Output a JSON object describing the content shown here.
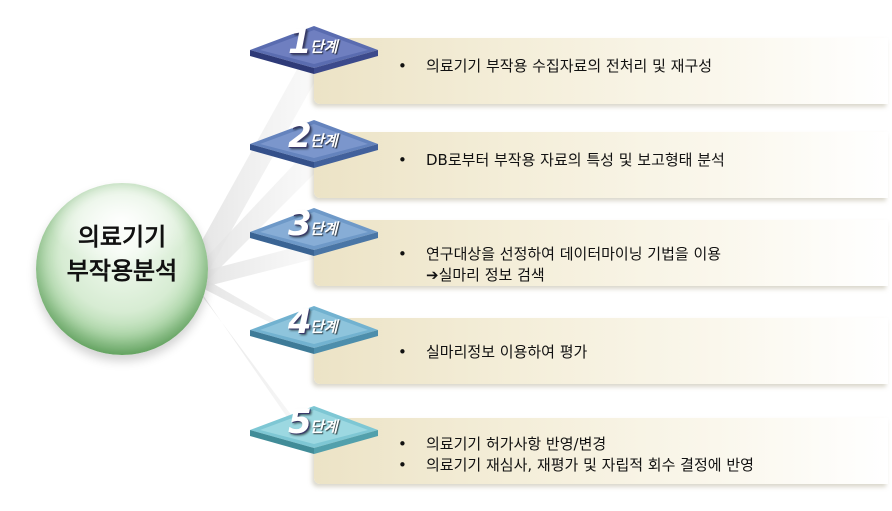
{
  "center": {
    "title_line1": "의료기기",
    "title_line2": "부작용분석"
  },
  "step_suffix": "단계",
  "steps": [
    {
      "number": "1",
      "color": "#5566aa",
      "items": [
        "의료기기 부작용 수집자료의 전처리 및 재구성"
      ]
    },
    {
      "number": "2",
      "color": "#5f7fb6",
      "items": [
        "DB로부터 부작용 자료의 특성 및 보고형태 분석"
      ]
    },
    {
      "number": "3",
      "color": "#6e98c4",
      "items": [
        "연구대상을 선정하여 데이터마이닝 기법을 이용",
        "➔실마리 정보 검색"
      ]
    },
    {
      "number": "4",
      "color": "#6fb0cc",
      "items": [
        "실마리정보 이용하여 평가"
      ]
    },
    {
      "number": "5",
      "color": "#7cc6d2",
      "items": [
        "의료기기 허가사항 반영/변경",
        "의료기기 재심사, 재평가 및 자립적 회수 결정에 반영"
      ]
    }
  ],
  "bullet_char": "•"
}
